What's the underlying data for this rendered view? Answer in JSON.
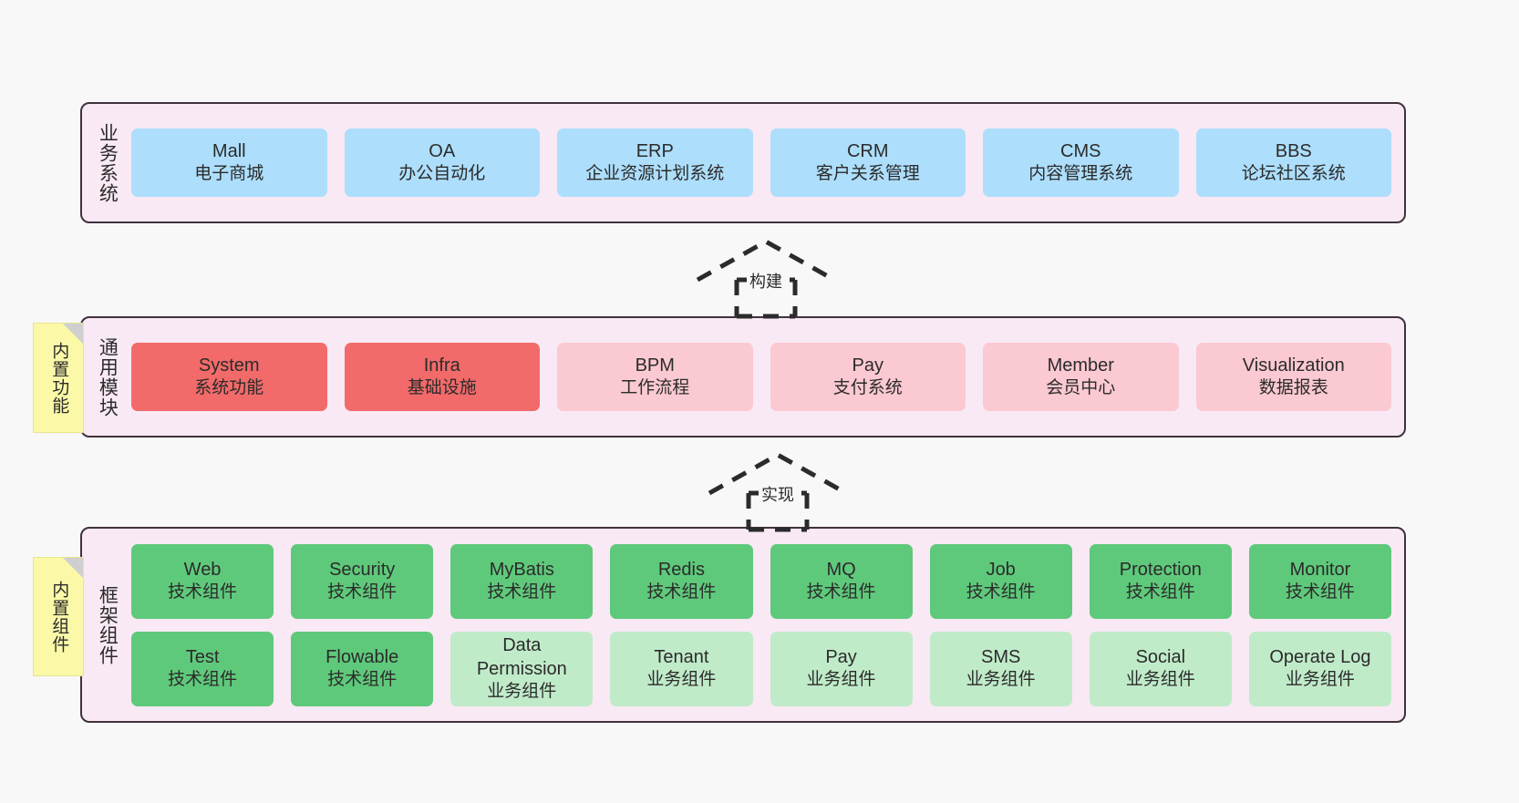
{
  "diagram": {
    "background_color": "#f8f8f8",
    "layer_fill": "#f9e9f4",
    "layer_border": "#40323c"
  },
  "notes": [
    {
      "id": "note-common",
      "label": "内置功能",
      "color": "#fbf8a8"
    },
    {
      "id": "note-framework",
      "label": "内置组件",
      "color": "#fbf8a8"
    }
  ],
  "connectors": [
    {
      "id": "conn-build",
      "label": "构建",
      "style": "dashed-hollow-triangle"
    },
    {
      "id": "conn-impl",
      "label": "实现",
      "style": "dashed-hollow-triangle"
    }
  ],
  "layers": [
    {
      "id": "business",
      "title": "业务系统",
      "rows": [
        {
          "cells": [
            {
              "en": "Mall",
              "cn": "电子商城",
              "color": "#addefb"
            },
            {
              "en": "OA",
              "cn": "办公自动化",
              "color": "#addefb"
            },
            {
              "en": "ERP",
              "cn": "企业资源计划系统",
              "color": "#addefb"
            },
            {
              "en": "CRM",
              "cn": "客户关系管理",
              "color": "#addefb"
            },
            {
              "en": "CMS",
              "cn": "内容管理系统",
              "color": "#addefb"
            },
            {
              "en": "BBS",
              "cn": "论坛社区系统",
              "color": "#addefb"
            }
          ]
        }
      ]
    },
    {
      "id": "common",
      "title": "通用模块",
      "rows": [
        {
          "cells": [
            {
              "en": "System",
              "cn": "系统功能",
              "color": "#f26a6a"
            },
            {
              "en": "Infra",
              "cn": "基础设施",
              "color": "#f26a6a"
            },
            {
              "en": "BPM",
              "cn": "工作流程",
              "color": "#fbc9d2"
            },
            {
              "en": "Pay",
              "cn": "支付系统",
              "color": "#fbc9d2"
            },
            {
              "en": "Member",
              "cn": "会员中心",
              "color": "#fbc9d2"
            },
            {
              "en": "Visualization",
              "cn": "数据报表",
              "color": "#fbc9d2"
            }
          ]
        }
      ]
    },
    {
      "id": "framework",
      "title": "框架组件",
      "rows": [
        {
          "cells": [
            {
              "en": "Web",
              "cn": "技术组件",
              "color": "#5fc97b"
            },
            {
              "en": "Security",
              "cn": "技术组件",
              "color": "#5fc97b"
            },
            {
              "en": "MyBatis",
              "cn": "技术组件",
              "color": "#5fc97b"
            },
            {
              "en": "Redis",
              "cn": "技术组件",
              "color": "#5fc97b"
            },
            {
              "en": "MQ",
              "cn": "技术组件",
              "color": "#5fc97b"
            },
            {
              "en": "Job",
              "cn": "技术组件",
              "color": "#5fc97b"
            },
            {
              "en": "Protection",
              "cn": "技术组件",
              "color": "#5fc97b"
            },
            {
              "en": "Monitor",
              "cn": "技术组件",
              "color": "#5fc97b"
            }
          ]
        },
        {
          "cells": [
            {
              "en": "Test",
              "cn": "技术组件",
              "color": "#5fc97b"
            },
            {
              "en": "Flowable",
              "cn": "技术组件",
              "color": "#5fc97b"
            },
            {
              "en": "Data Permission",
              "cn": "业务组件",
              "color": "#c0ebc9"
            },
            {
              "en": "Tenant",
              "cn": "业务组件",
              "color": "#c0ebc9"
            },
            {
              "en": "Pay",
              "cn": "业务组件",
              "color": "#c0ebc9"
            },
            {
              "en": "SMS",
              "cn": "业务组件",
              "color": "#c0ebc9"
            },
            {
              "en": "Social",
              "cn": "业务组件",
              "color": "#c0ebc9"
            },
            {
              "en": "Operate Log",
              "cn": "业务组件",
              "color": "#c0ebc9"
            }
          ]
        }
      ]
    }
  ]
}
